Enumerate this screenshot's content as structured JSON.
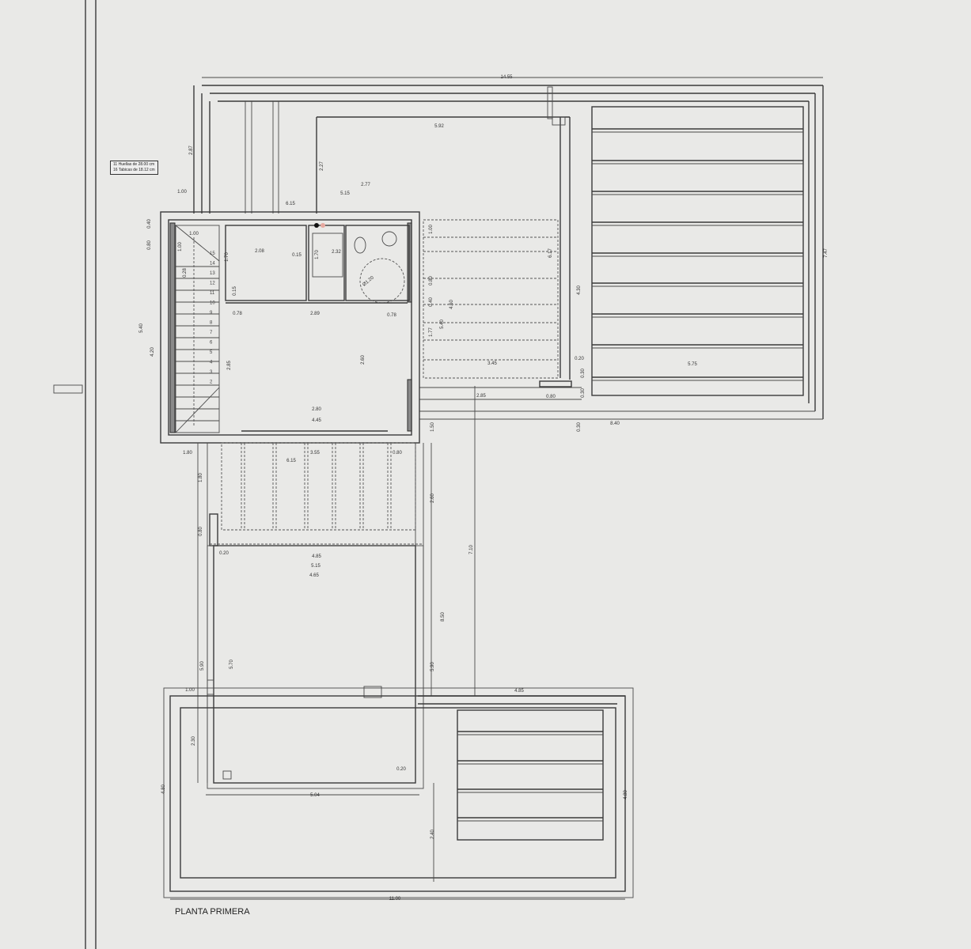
{
  "drawing": {
    "title": "PLANTA PRIMERA",
    "stair_legend": [
      "11 Huellas de   28.00 cm",
      "16 Tabicas de   18.12 cm"
    ],
    "turning_circle": "Ø1.20",
    "stair_steps": [
      "15",
      "14",
      "13",
      "12",
      "11",
      "10",
      "9",
      "8",
      "7",
      "6",
      "5",
      "4",
      "3",
      "2"
    ],
    "dimensions": [
      "14.55",
      "5.92",
      "2.77",
      "5.15",
      "6.15",
      "1.00",
      "1.00",
      "2.08",
      "0.15",
      "2.32",
      "0.78",
      "2.89",
      "0.78",
      "2.80",
      "4.45",
      "1.80",
      "3.55",
      "0.80",
      "6.15",
      "0.20",
      "4.85",
      "5.15",
      "4.65",
      "3.45",
      "5.75",
      "2.85",
      "0.80",
      "8.40",
      "0.20",
      "1.00",
      "4.85",
      "5.04",
      "0.20",
      "11.00",
      "2.87",
      "2.27",
      "0.40",
      "0.80",
      "1.00",
      "5.40",
      "4.20",
      "1.70",
      "1.70",
      "0.15",
      "0.28",
      "2.85",
      "2.60",
      "1.00",
      "0.80",
      "0.40",
      "1.77",
      "5.40",
      "4.60",
      "6.17",
      "4.30",
      "0.30",
      "0.30",
      "0.30",
      "7.47",
      "1.50",
      "2.60",
      "7.10",
      "8.50",
      "1.80",
      "0.80",
      "5.90",
      "5.70",
      "5.90",
      "2.30",
      "4.80",
      "2.40",
      "4.80"
    ],
    "line_color": "#3a3a3a",
    "background_color": "#e9e9e7"
  }
}
